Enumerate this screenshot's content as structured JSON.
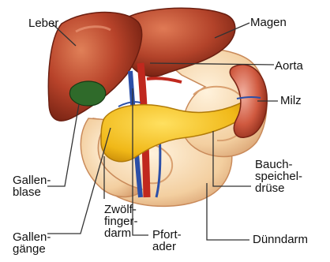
{
  "colors": {
    "liver": "#b8432a",
    "liver_highlight": "#d86a4a",
    "stomach": "#b3432a",
    "pancreas": "#f0c020",
    "intestine": "#f6d8b0",
    "gallbladder": "#2f6a2a",
    "aorta": "#c0281e",
    "vein": "#2b4fa8",
    "spleen": "#c8482e",
    "leader_line": "#333333"
  },
  "labels": {
    "leber": "Leber",
    "magen": "Magen",
    "aorta": "Aorta",
    "milz": "Milz",
    "gallenblase": [
      "Gallen-",
      "blase"
    ],
    "bauchspeicheldruese": [
      "Bauch-",
      "speichel-",
      "drüse"
    ],
    "gallengaenge": [
      "Gallen-",
      "gänge"
    ],
    "zwoelffingerdarm": [
      "Zwölf-",
      "finger-",
      "darm"
    ],
    "pfortader": [
      "Pfort-",
      "ader"
    ],
    "duenndarm": "Dünndarm"
  }
}
